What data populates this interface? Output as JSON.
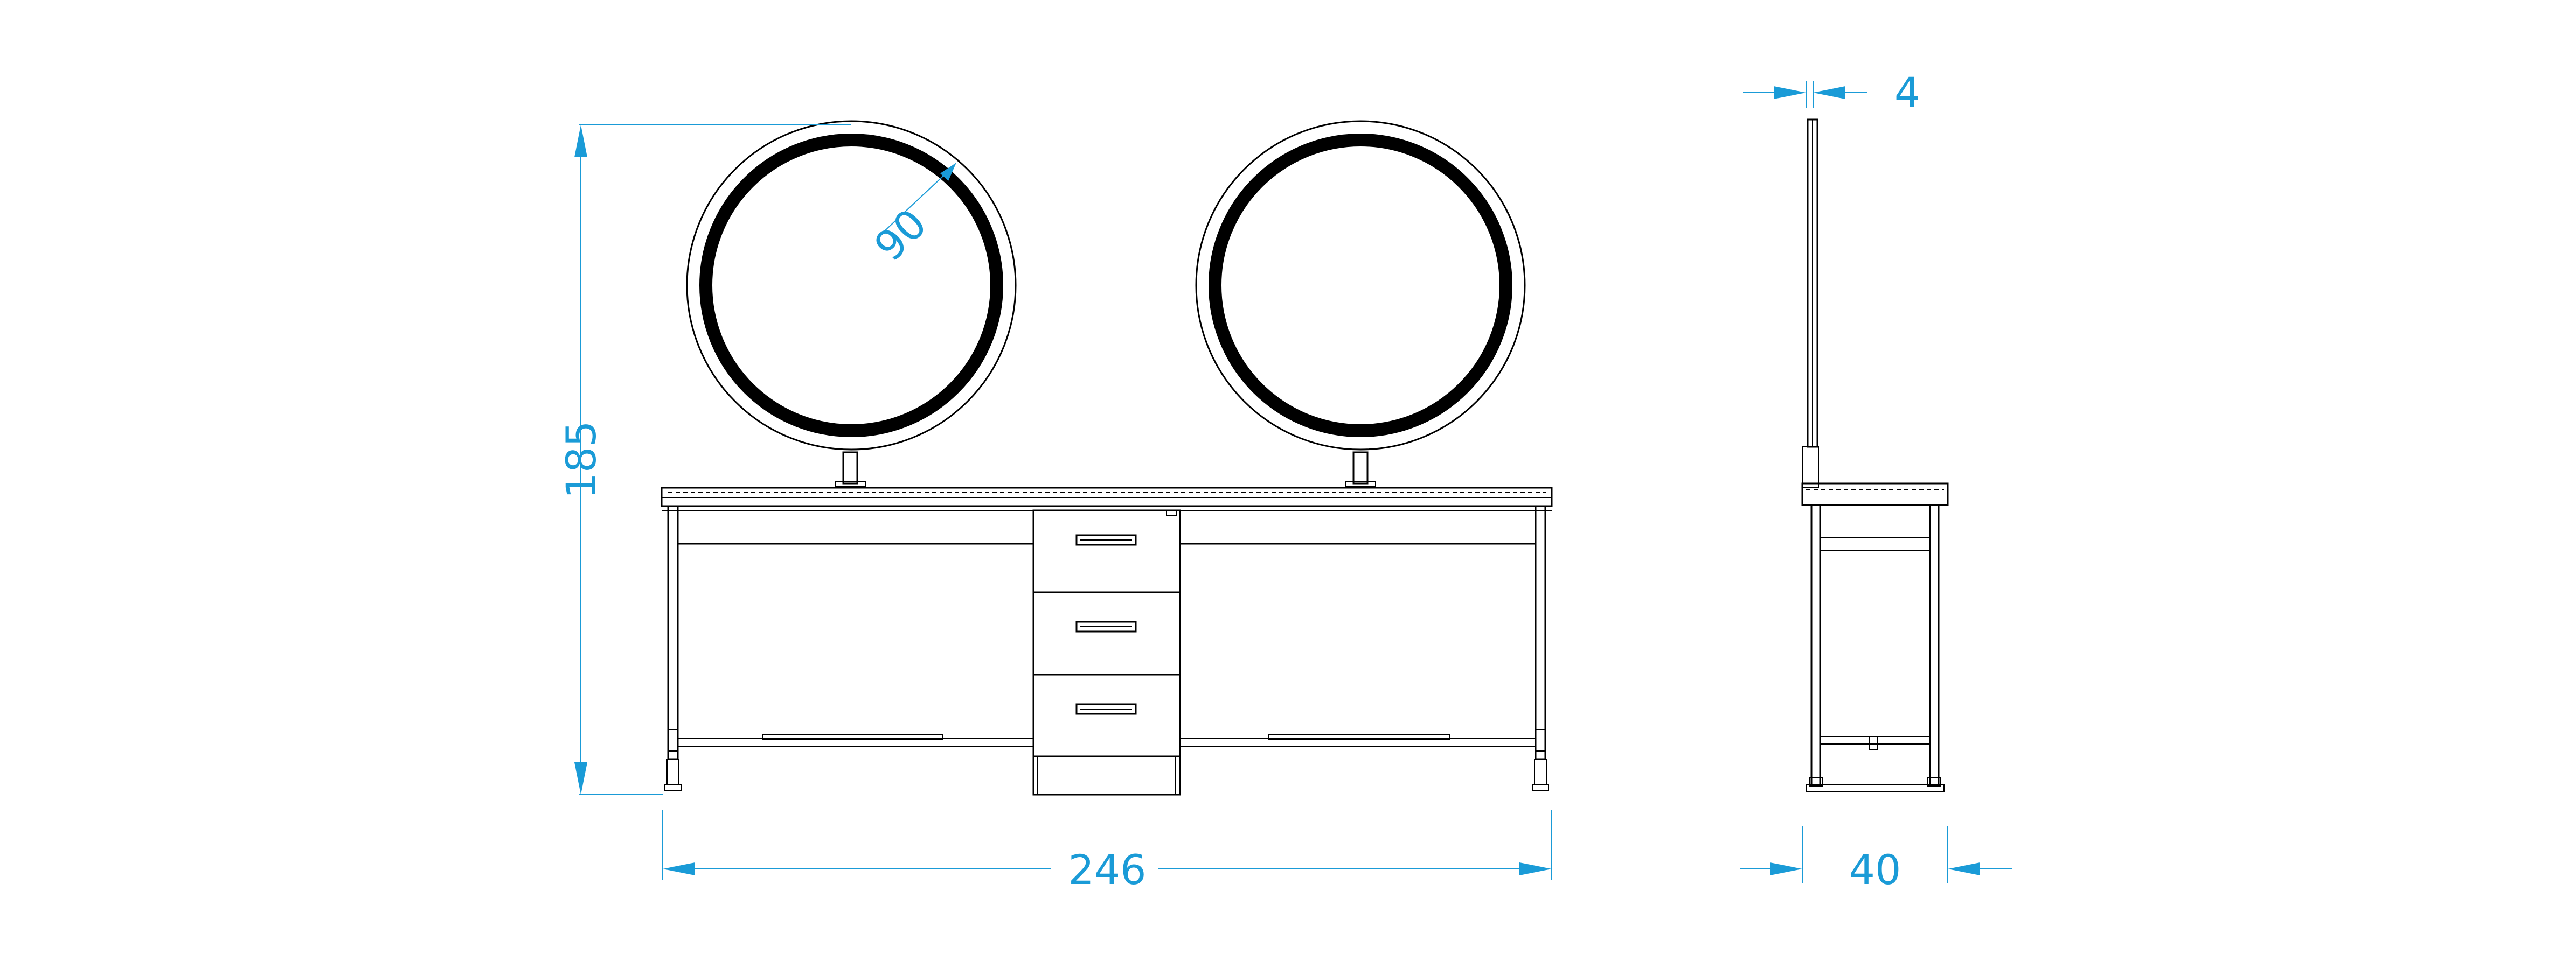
{
  "dimensions": {
    "total_height": "185",
    "mirror_diameter": "90",
    "total_width": "246",
    "mirror_depth": "4",
    "side_depth": "40"
  },
  "colors": {
    "dimension": "#1a9bd7",
    "outline": "#000000",
    "background": "#ffffff"
  }
}
